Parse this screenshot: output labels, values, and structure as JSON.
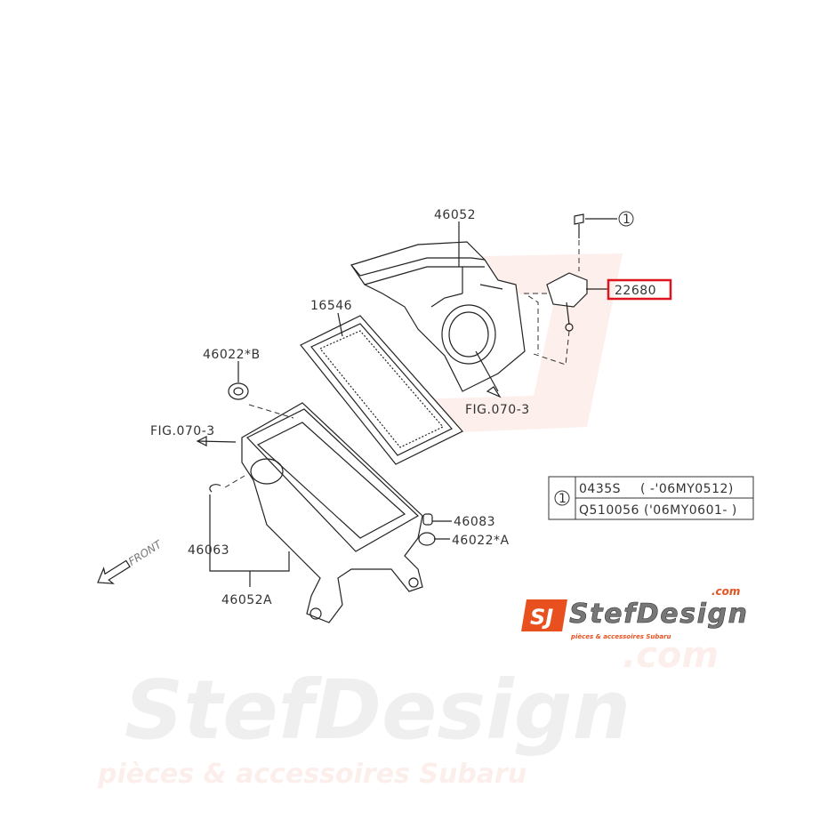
{
  "diagram": {
    "parts": {
      "p46052": "46052",
      "p22680": "22680",
      "p16546": "16546",
      "p46022b": "46022*B",
      "fig_right": "FIG.070-3",
      "fig_left": "FIG.070-3",
      "p46083": "46083",
      "p46022a": "46022*A",
      "p46063": "46063",
      "p46052a": "46052A",
      "callout_1": "1"
    },
    "front_label": "FRONT",
    "highlight_color": "#e0141e",
    "table": {
      "ref": "1",
      "rows": [
        {
          "part": "0435S",
          "range": "( -'06MY0512)"
        },
        {
          "part": "Q510056",
          "range": "('06MY0601- )"
        }
      ]
    }
  },
  "branding": {
    "logo_mark": "SJ",
    "logo_name": "StefDesign",
    "logo_tld": ".com",
    "logo_tagline": "pièces & accessoires Subaru",
    "watermark_name": "StefDesign",
    "watermark_tld": ".com",
    "watermark_tagline": "pièces & accessoires Subaru",
    "brand_color": "#e8511f"
  }
}
